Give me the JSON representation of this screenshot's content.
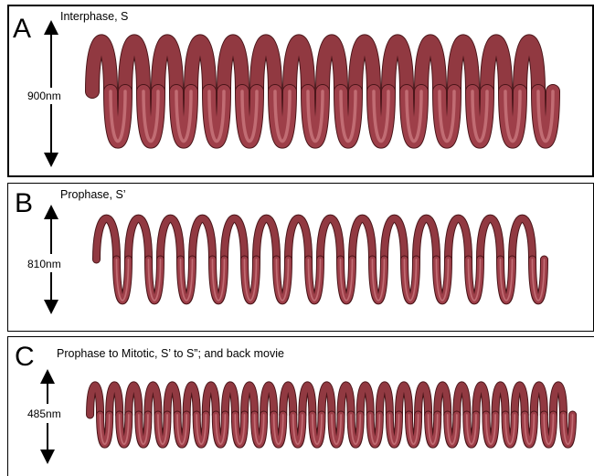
{
  "panels": [
    {
      "letter": "A",
      "caption": "Interphase, S",
      "dimension": "900nm"
    },
    {
      "letter": "B",
      "caption": "Prophase, S’",
      "dimension": "810nm"
    },
    {
      "letter": "C",
      "caption": "Prophase to Mitotic, S’ to S”; and back movie",
      "dimension": "485nm"
    }
  ],
  "colors": {
    "coil_fill": "#9e3f49",
    "coil_dark": "#4a1519",
    "coil_highlight": "#d98a8f",
    "border": "#000000"
  },
  "icons": [
    "double-arrow-icon"
  ]
}
